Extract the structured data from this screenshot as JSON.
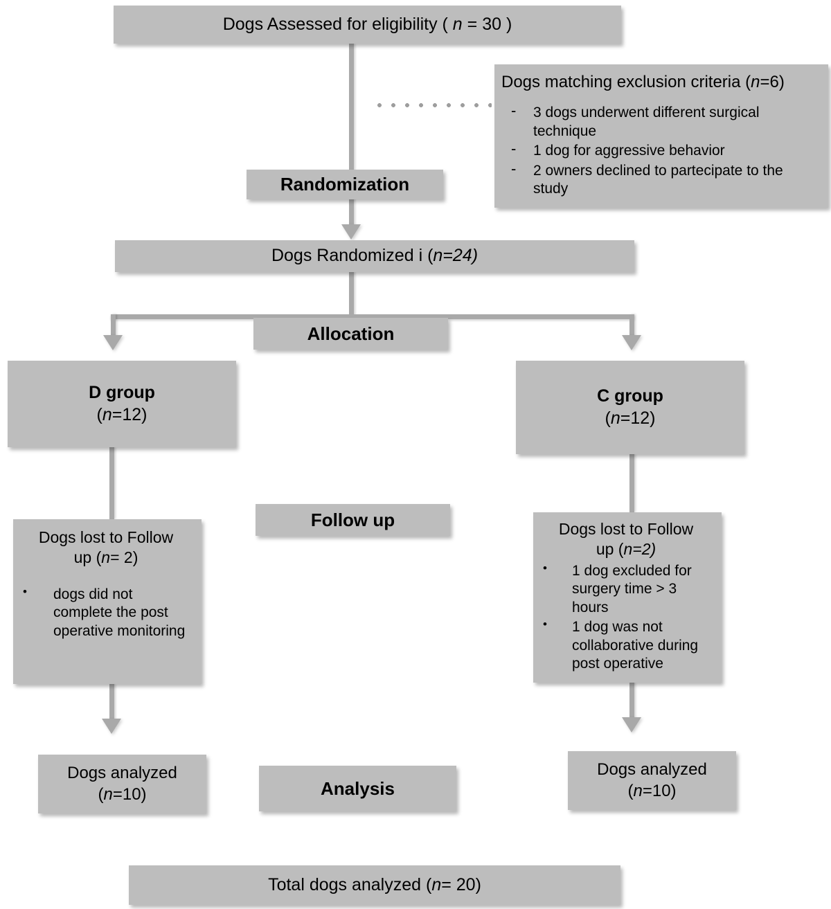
{
  "diagram": {
    "title": "CONSORT participant flow diagram (dogs)",
    "box_fill": "#bdbdbd",
    "connector_color": "#a9a9a9",
    "text_color": "#000000"
  },
  "nodes": {
    "enrollment": {
      "label": "Dogs Assessed for eligibility ( n = 30 )",
      "label_pre": "Dogs Assessed for eligibility ( ",
      "n_italic": "n",
      "label_post": " = 30 )"
    },
    "exclusion": {
      "heading_pre": "Dogs matching exclusion criteria (",
      "heading_n": "n",
      "heading_post": "=6)",
      "items": [
        "3 dogs underwent different surgical technique",
        "1 dog for aggressive behavior",
        "2 owners  declined to partecipate to the study"
      ]
    },
    "stage_randomization": {
      "label": "Randomization"
    },
    "randomized": {
      "pre": "Dogs Randomized i  (",
      "n_italic": "n",
      "post": "=24)"
    },
    "stage_allocation": {
      "label": "Allocation"
    },
    "group_d": {
      "title": "D group",
      "count_pre": "(",
      "count_n": "n",
      "count_post": "=12)"
    },
    "group_c": {
      "title": "C group",
      "count_pre": "(",
      "count_n": "n",
      "count_post": "=12)"
    },
    "stage_followup": {
      "label": "Follow up"
    },
    "lost_left": {
      "heading_line1": "Dogs lost to Follow",
      "heading_pre": "up (",
      "heading_n": "n",
      "heading_post": "= 2)",
      "items": [
        "dogs did not complete the post operative monitoring"
      ]
    },
    "lost_right": {
      "heading_line1": "Dogs lost to Follow",
      "heading_pre": "up (",
      "heading_n": "n",
      "heading_post": "=2)",
      "items": [
        "1 dog excluded for surgery time > 3 hours",
        "1 dog was not collaborative during post operative"
      ]
    },
    "stage_analysis": {
      "label": "Analysis"
    },
    "analyzed_left": {
      "title": "Dogs analyzed",
      "count_pre": "(",
      "count_n": "n",
      "count_post": "=10)"
    },
    "analyzed_right": {
      "title": "Dogs analyzed",
      "count_pre": "(",
      "count_n": "n",
      "count_post": "=10)"
    },
    "total": {
      "pre": "Total dogs analyzed  (",
      "n_italic": "n",
      "post": "= 20)"
    }
  }
}
